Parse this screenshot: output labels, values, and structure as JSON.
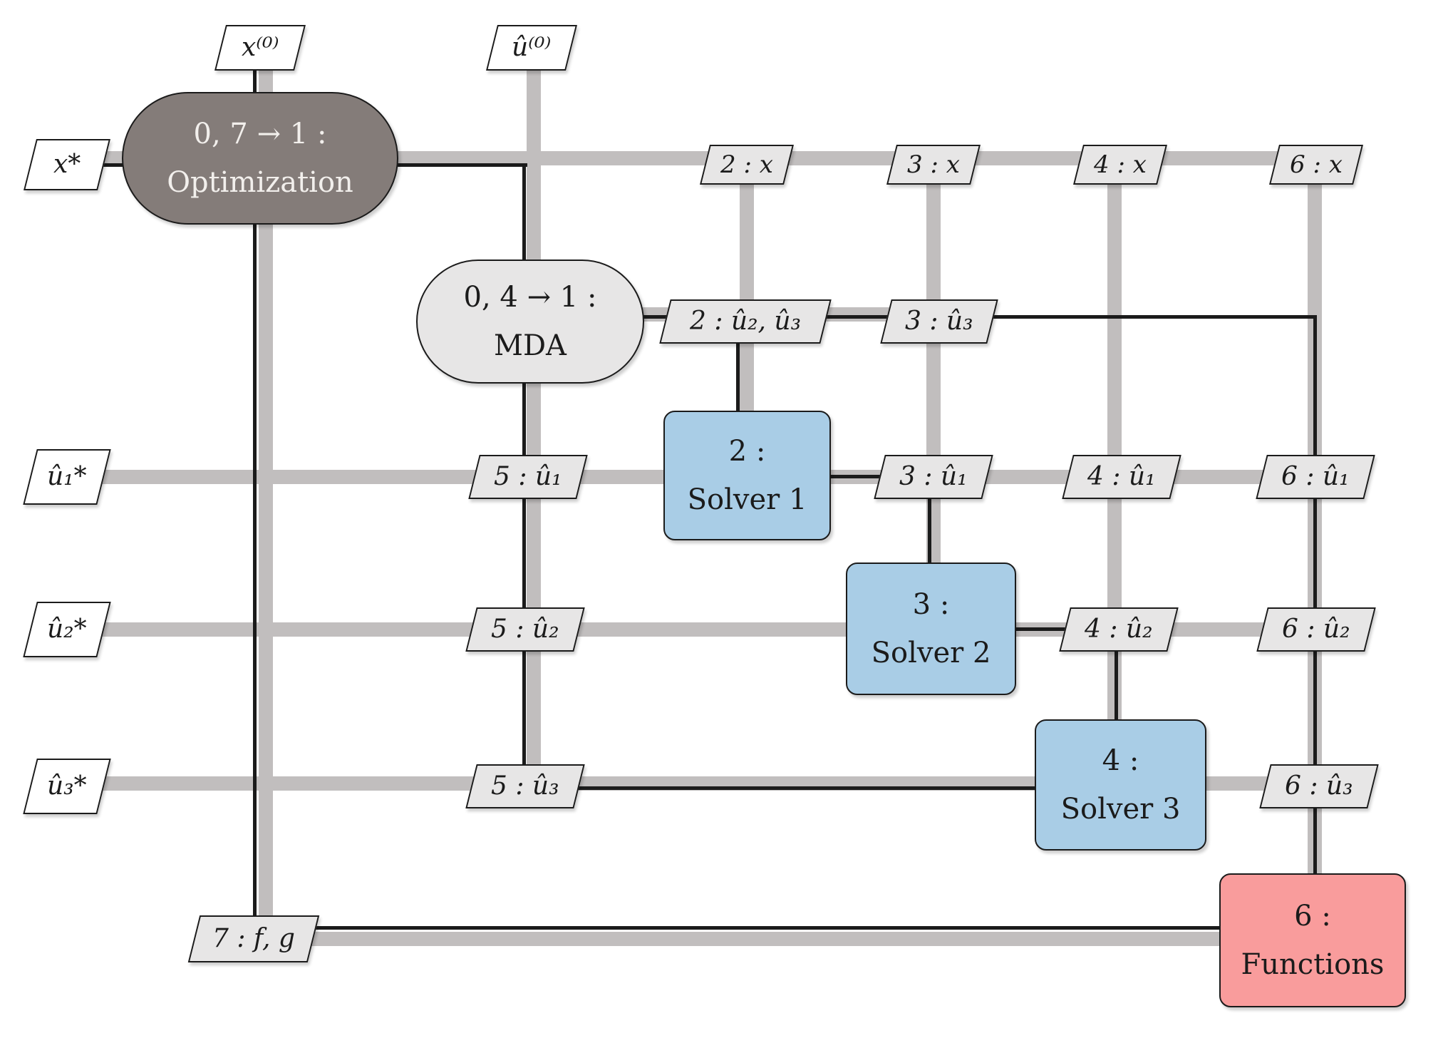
{
  "components": {
    "optimization": {
      "step": "0, 7 → 1 :",
      "name": "Optimization"
    },
    "mda": {
      "step": "0, 4 → 1 :",
      "name": "MDA"
    },
    "solver1": {
      "step": "2 :",
      "name": "Solver 1"
    },
    "solver2": {
      "step": "3 :",
      "name": "Solver 2"
    },
    "solver3": {
      "step": "4 :",
      "name": "Solver 3"
    },
    "functions": {
      "step": "6 :",
      "name": "Functions"
    }
  },
  "boundary_nodes": {
    "x_initial": "x⁽⁰⁾",
    "u_initial": "û⁽⁰⁾",
    "x_optimal": "x*",
    "u1_optimal": "û₁*",
    "u2_optimal": "û₂*",
    "u3_optimal": "û₃*"
  },
  "data_nodes": {
    "d2_x": "2 : x",
    "d3_x": "3 : x",
    "d4_x": "4 : x",
    "d6_x": "6 : x",
    "d2_u2u3": "2 : û₂, û₃",
    "d3_u3": "3 : û₃",
    "d5_u1": "5 : û₁",
    "d3_u1": "3 : û₁",
    "d4_u1": "4 : û₁",
    "d6_u1": "6 : û₁",
    "d5_u2": "5 : û₂",
    "d4_u2": "4 : û₂",
    "d6_u2": "6 : û₂",
    "d5_u3": "5 : û₃",
    "d6_u3": "6 : û₃",
    "d7_fg": "7 : f, g"
  },
  "colors": {
    "optimization_fill": "#847C79",
    "optimization_text": "#F2EFEC",
    "mda_fill": "#E7E6E6",
    "solver_fill": "#A9CDE6",
    "functions_fill": "#F99C9C",
    "data_node_fill": "#E7E6E6",
    "data_line": "#C1BEBE",
    "process_line": "#1B1B1B"
  }
}
